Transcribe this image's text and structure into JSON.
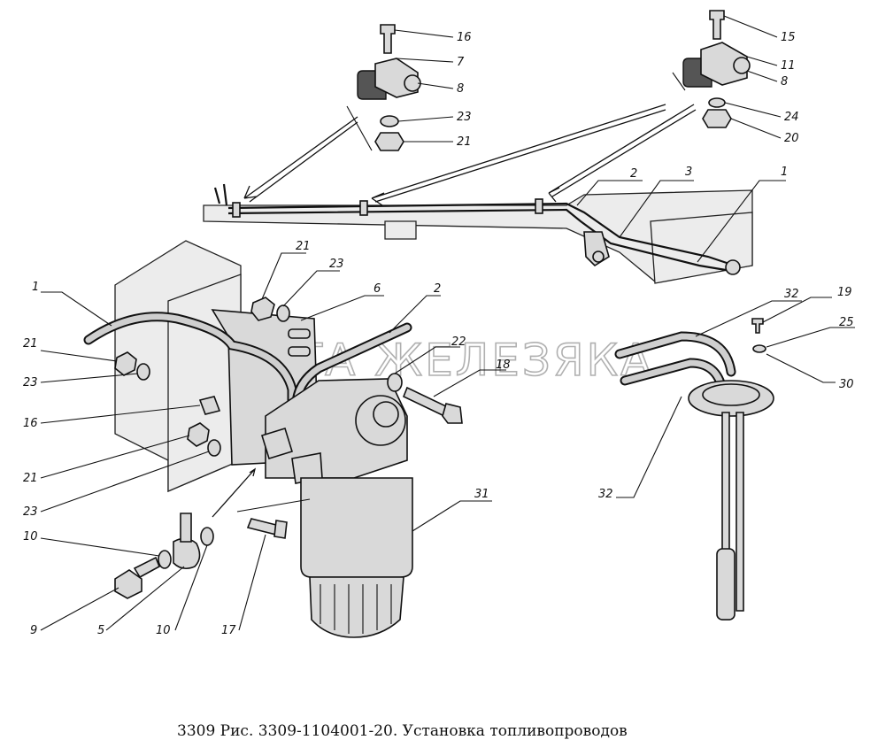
{
  "watermark": "ПЛАНЕТА ЖЕЛЕЗЯКА",
  "caption": "3309 Рис. 3309-1104001-20. Установка топливопроводов",
  "callouts": {
    "c16_top": "16",
    "c7": "7",
    "c8_left": "8",
    "c23_top": "23",
    "c21_top": "21",
    "c15": "15",
    "c11": "11",
    "c8_right": "8",
    "c24": "24",
    "c20": "20",
    "c2_upper": "2",
    "c3": "3",
    "c1_upper": "1",
    "c21_mid": "21",
    "c23_mid": "23",
    "c6": "6",
    "c2_mid": "2",
    "c22": "22",
    "c18": "18",
    "c1_left": "1",
    "c21_left": "21",
    "c23_left": "23",
    "c16_left": "16",
    "c21_low": "21",
    "c23_low": "23",
    "c10_left": "10",
    "c9": "9",
    "c5": "5",
    "c10_bottom": "10",
    "c17": "17",
    "c31": "31",
    "c32_top": "32",
    "c19": "19",
    "c25": "25",
    "c30": "30",
    "c32_bottom": "32"
  }
}
